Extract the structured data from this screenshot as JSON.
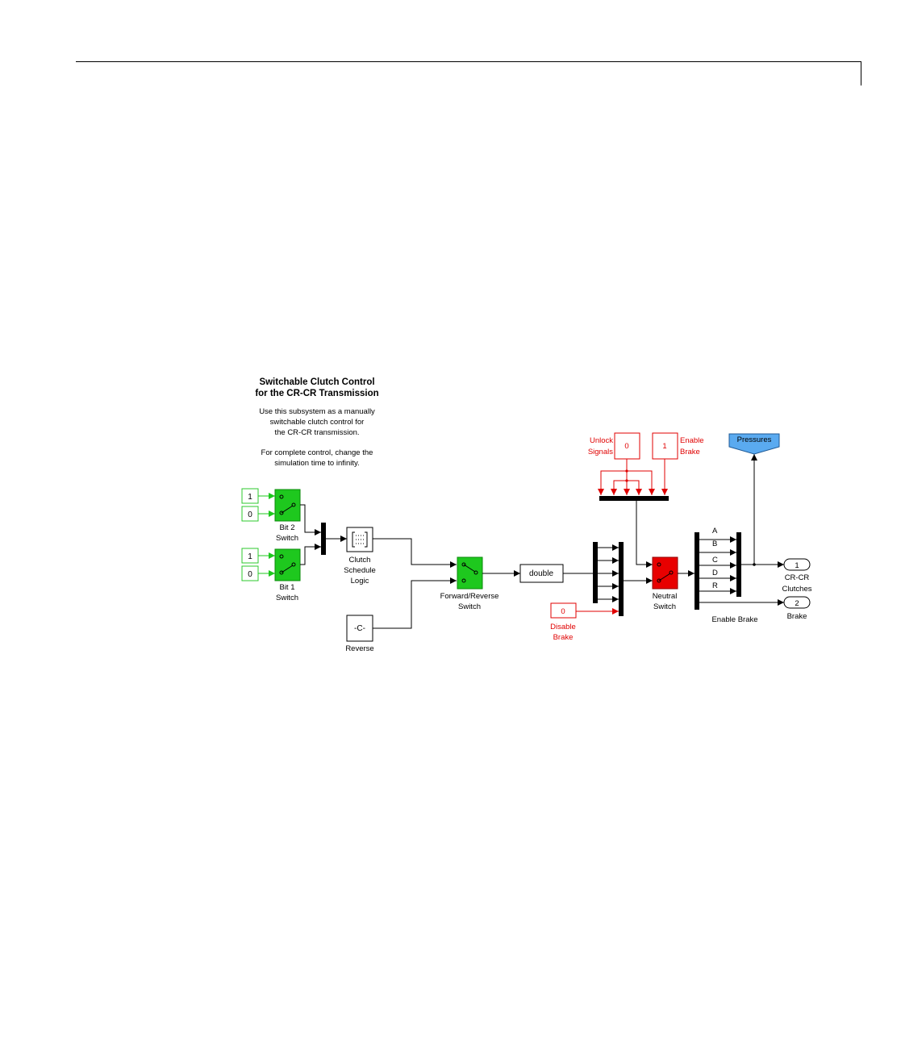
{
  "title_lines": [
    "Switchable Clutch Control",
    "for the CR-CR Transmission"
  ],
  "note_lines": [
    "Use this subsystem as a manually",
    "switchable clutch control for",
    "the CR-CR transmission.",
    "",
    "For complete control, change the",
    "simulation time to infinity."
  ],
  "constants": {
    "bit2_a": "1",
    "bit2_b": "0",
    "bit1_a": "1",
    "bit1_b": "0",
    "unlock": "0",
    "enable_brake": "1",
    "disable_brake": "0",
    "reverse": "-C-"
  },
  "blocks": {
    "bit2_switch": [
      "Bit 2",
      "Switch"
    ],
    "bit1_switch": [
      "Bit 1",
      "Switch"
    ],
    "clutch_schedule": [
      "Clutch",
      "Schedule",
      "Logic"
    ],
    "reverse_label": "Reverse",
    "fr_switch": [
      "Forward/Reverse",
      "Switch"
    ],
    "double": "double",
    "neutral_switch": [
      "Neutral",
      "Switch"
    ],
    "unlock_label": [
      "Unlock",
      "Signals"
    ],
    "enable_label": [
      "Enable",
      "Brake"
    ],
    "disable_label": [
      "Disable",
      "Brake"
    ],
    "pressures": "Pressures",
    "bus_signals": [
      "A",
      "B",
      "C",
      "D",
      "R"
    ],
    "enable_brake_bus": "Enable Brake",
    "out1_num": "1",
    "out1_label": [
      "CR-CR",
      "Clutches"
    ],
    "out2_num": "2",
    "out2_label": "Brake"
  },
  "colors": {
    "green_block": "#1ec81e",
    "green_const": "#2cc82c",
    "red": "#e00000",
    "red_block": "#e80000",
    "pressures_fill": "#5aaaf0"
  }
}
